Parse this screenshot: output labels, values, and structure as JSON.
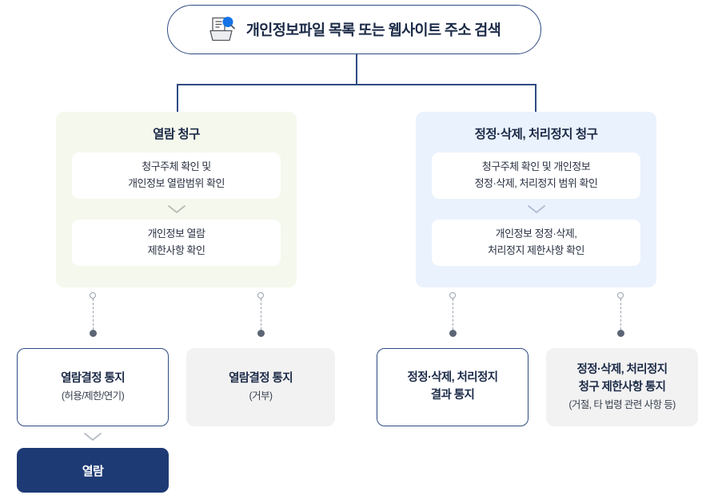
{
  "header": {
    "icon": "document-search-icon",
    "title": "개인정보파일 목록 또는 웹사이트 주소 검색"
  },
  "branches": [
    {
      "key": "view-request",
      "title": "열람 청구",
      "bg": "#f5f8ec",
      "steps": [
        {
          "line1": "청구주체 확인 및",
          "line2": "개인정보 열람범위 확인"
        },
        {
          "line1": "개인정보 열람",
          "line2": "제한사항 확인"
        }
      ],
      "connector": "chevron-down-icon"
    },
    {
      "key": "correct-delete-suspend-request",
      "title": "정정·삭제, 처리정지 청구",
      "bg": "#eaf2fd",
      "steps": [
        {
          "line1": "청구주체 확인 및 개인정보",
          "line2": "정정·삭제, 처리정지 범위 확인"
        },
        {
          "line1": "개인정보 정정·삭제,",
          "line2": "처리정지 제한사항 확인"
        }
      ],
      "connector": "chevron-down-icon"
    }
  ],
  "results": [
    {
      "key": "view-decision-notice-allow",
      "style": "outline",
      "title": "열람결정 통지",
      "note": "(허용/제한/연기)",
      "note2": ""
    },
    {
      "key": "view-decision-notice-reject",
      "style": "filled",
      "title": "열람결정 통지",
      "note": "(거부)",
      "note2": ""
    },
    {
      "key": "correction-result-notice",
      "style": "outline",
      "title": "정정·삭제, 처리정지",
      "note": "결과 통지",
      "note2": ""
    },
    {
      "key": "correction-restriction-notice",
      "style": "filled",
      "title": "정정·삭제, 처리정지",
      "note": "청구 제한사항 통지",
      "note2": "(거절, 타 법령 관련 사항 등)"
    }
  ],
  "final": {
    "label": "열람",
    "connector": "chevron-down-icon",
    "color": "#1e3a74"
  },
  "colors": {
    "line": "#2f4b82",
    "panel_left": "#f5f8ec",
    "panel_right": "#eaf2fd",
    "box_filled": "#f2f2f2",
    "navy": "#1e3a74",
    "dot": "#5b6575",
    "ring": "#9aa1ad"
  }
}
